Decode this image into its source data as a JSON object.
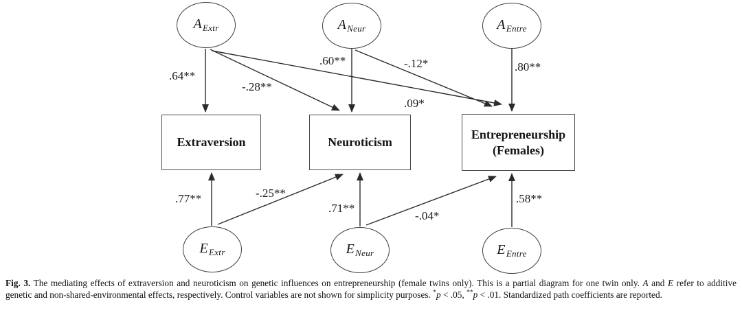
{
  "figure": {
    "latent_top": [
      {
        "main": "A",
        "sub": "Extr"
      },
      {
        "main": "A",
        "sub": "Neur"
      },
      {
        "main": "A",
        "sub": "Entre"
      }
    ],
    "latent_bottom": [
      {
        "main": "E",
        "sub": "Extr"
      },
      {
        "main": "E",
        "sub": "Neur"
      },
      {
        "main": "E",
        "sub": "Entre"
      }
    ],
    "observed": {
      "extraversion": "Extraversion",
      "neuroticism": "Neuroticism",
      "entre_line1": "Entrepreneurship",
      "entre_line2": "(Females)"
    },
    "paths": [
      {
        "from": "A_Extr",
        "to": "Extraversion",
        "coef": ".64**"
      },
      {
        "from": "A_Extr",
        "to": "Neuroticism",
        "coef": "-.28**"
      },
      {
        "from": "A_Extr",
        "to": "Entrepreneurship (Females)",
        "coef": ".09*"
      },
      {
        "from": "A_Neur",
        "to": "Neuroticism",
        "coef": ".60**"
      },
      {
        "from": "A_Neur",
        "to": "Entrepreneurship (Females)",
        "coef": "-.12*"
      },
      {
        "from": "A_Entre",
        "to": "Entrepreneurship (Females)",
        "coef": ".80**"
      },
      {
        "from": "E_Extr",
        "to": "Extraversion",
        "coef": ".77**"
      },
      {
        "from": "E_Extr",
        "to": "Neuroticism",
        "coef": "-.25**"
      },
      {
        "from": "E_Neur",
        "to": "Neuroticism",
        "coef": ".71**"
      },
      {
        "from": "E_Neur",
        "to": "Entrepreneurship (Females)",
        "coef": "-.04*"
      },
      {
        "from": "E_Entre",
        "to": "Entrepreneurship (Females)",
        "coef": ".58**"
      }
    ]
  },
  "caption": {
    "fig_label": "Fig. 3.",
    "text_1": "The mediating effects of extraversion and neuroticism on genetic influences on entrepreneurship (female twins only). This is a partial diagram for one twin only.",
    "var_a": "A",
    "text_2": "and",
    "var_e": "E",
    "text_3": "refer to additive genetic and non-shared-environmental effects, respectively. Control variables are not shown for simplicity purposes.",
    "star_1": "*",
    "p_1": "p",
    "text_4": "< .05,",
    "star_2": "**",
    "p_2": "p",
    "text_5": "< .01. Standardized path coefficients are reported."
  }
}
